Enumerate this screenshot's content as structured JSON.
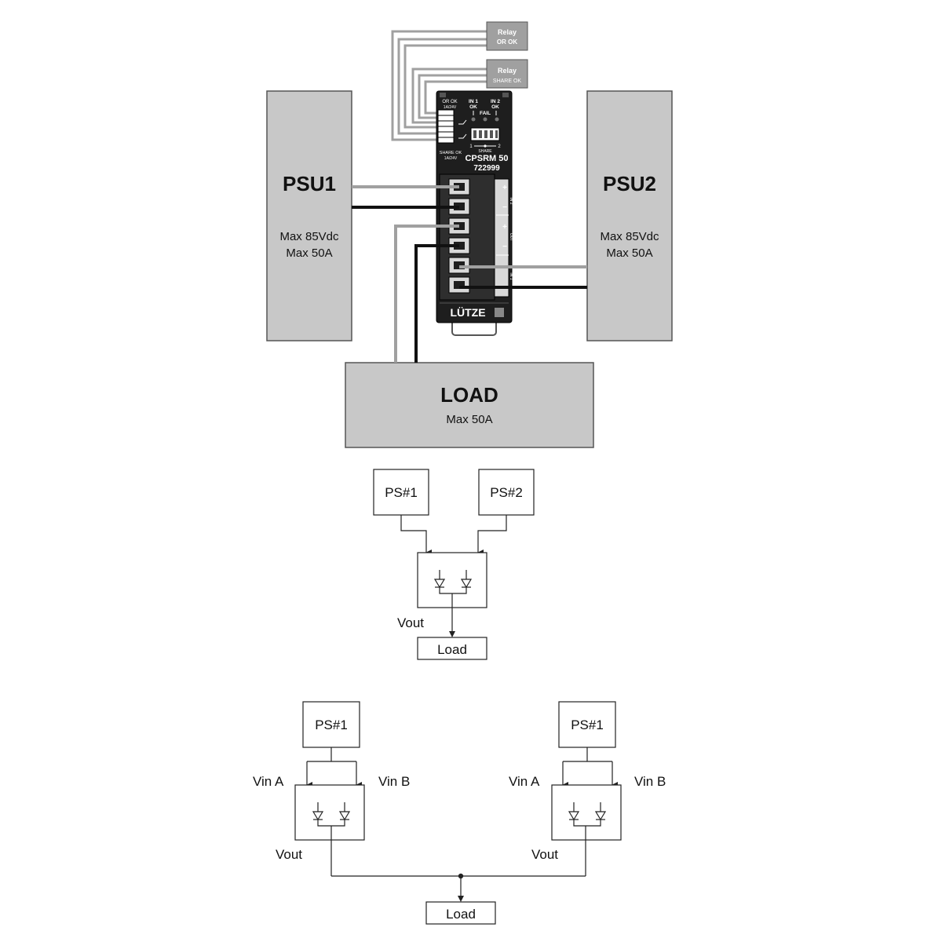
{
  "top": {
    "relay_or": {
      "line1": "Relay",
      "line2": "OR OK"
    },
    "relay_share": {
      "line1": "Relay",
      "line2": "SHARE OK"
    },
    "psu1": {
      "title": "PSU1",
      "spec1": "Max 85Vdc",
      "spec2": "Max 50A"
    },
    "psu2": {
      "title": "PSU2",
      "spec1": "Max 85Vdc",
      "spec2": "Max 50A"
    },
    "load": {
      "title": "LOAD",
      "spec": "Max 50A"
    },
    "device": {
      "or_ok": "OR OK",
      "or_ok_rating": "1A/24V",
      "in1": "IN 1",
      "in2": "IN 2",
      "ok": "OK",
      "fail": "FAIL",
      "share_ok": "SHARE OK",
      "share_ok_rating": "1A/24V",
      "share": "SHARE",
      "scale_left": "1",
      "scale_right": "2",
      "model": "CPSRM 50",
      "part_number": "722999",
      "brand": "LÜTZE",
      "term_in2": "IN 2",
      "term_out": "OUT",
      "term_in1": "IN 1",
      "plus": "+",
      "minus": "−"
    },
    "colors": {
      "box": "#c8c8c8",
      "device": "#1e1e1e",
      "gray_wire": "#a0a0a0",
      "black_wire": "#111111"
    }
  },
  "middle": {
    "ps1": "PS#1",
    "ps2": "PS#2",
    "vout": "Vout",
    "load": "Load"
  },
  "bottom": {
    "left": {
      "ps": "PS#1",
      "vin_a": "Vin A",
      "vin_b": "Vin B",
      "vout": "Vout"
    },
    "right": {
      "ps": "PS#1",
      "vin_a": "Vin A",
      "vin_b": "Vin B",
      "vout": "Vout"
    },
    "load": "Load"
  }
}
